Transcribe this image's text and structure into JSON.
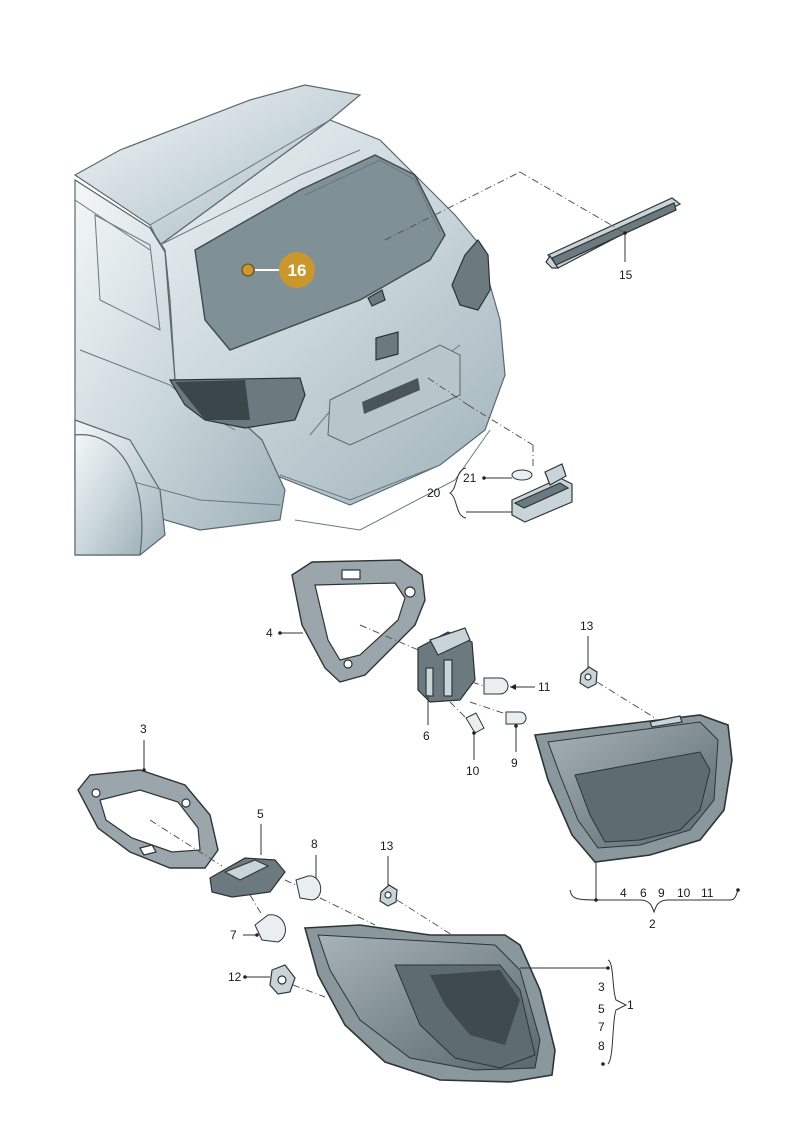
{
  "highlight": {
    "label": "16",
    "color": "#C9972B"
  },
  "labels": {
    "p1": "1",
    "p2": "2",
    "p3": "3",
    "p4": "4",
    "p5": "5",
    "p6": "6",
    "p7": "7",
    "p8": "8",
    "p9": "9",
    "p10": "10",
    "p11": "11",
    "p12": "12",
    "p13a": "13",
    "p13b": "13",
    "p15": "15",
    "p20": "20",
    "p21": "21"
  },
  "groups": {
    "g1": [
      "3",
      "5",
      "7",
      "8"
    ],
    "g2": [
      "4",
      "6",
      "9",
      "10",
      "11"
    ]
  }
}
